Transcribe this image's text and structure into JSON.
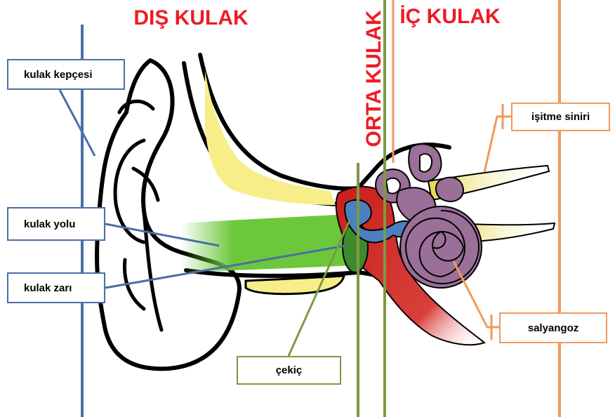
{
  "headings": {
    "outer_ear": "DIŞ KULAK",
    "middle_ear": "ORTA KULAK",
    "inner_ear": "İÇ KULAK"
  },
  "labels": {
    "pinna": "kulak kepçesi",
    "ear_canal": "kulak yolu",
    "eardrum": "kulak zarı",
    "hammer": "çekiç",
    "auditory_nerve": "işitme siniri",
    "cochlea": "salyangoz"
  },
  "colors": {
    "heading": "#ee1c24",
    "blue_line": "#4a6fa5",
    "green_line": "#7c9a44",
    "orange_line": "#f09a5c",
    "canal_green": "#6cc83a",
    "cartilage_yellow": "#f7ee8a",
    "bone_red": "#c8201c",
    "ossicle_blue": "#4a7fc0",
    "inner_ear_purple": "#9a6f98",
    "eardrum_green": "#3e8a2c"
  }
}
